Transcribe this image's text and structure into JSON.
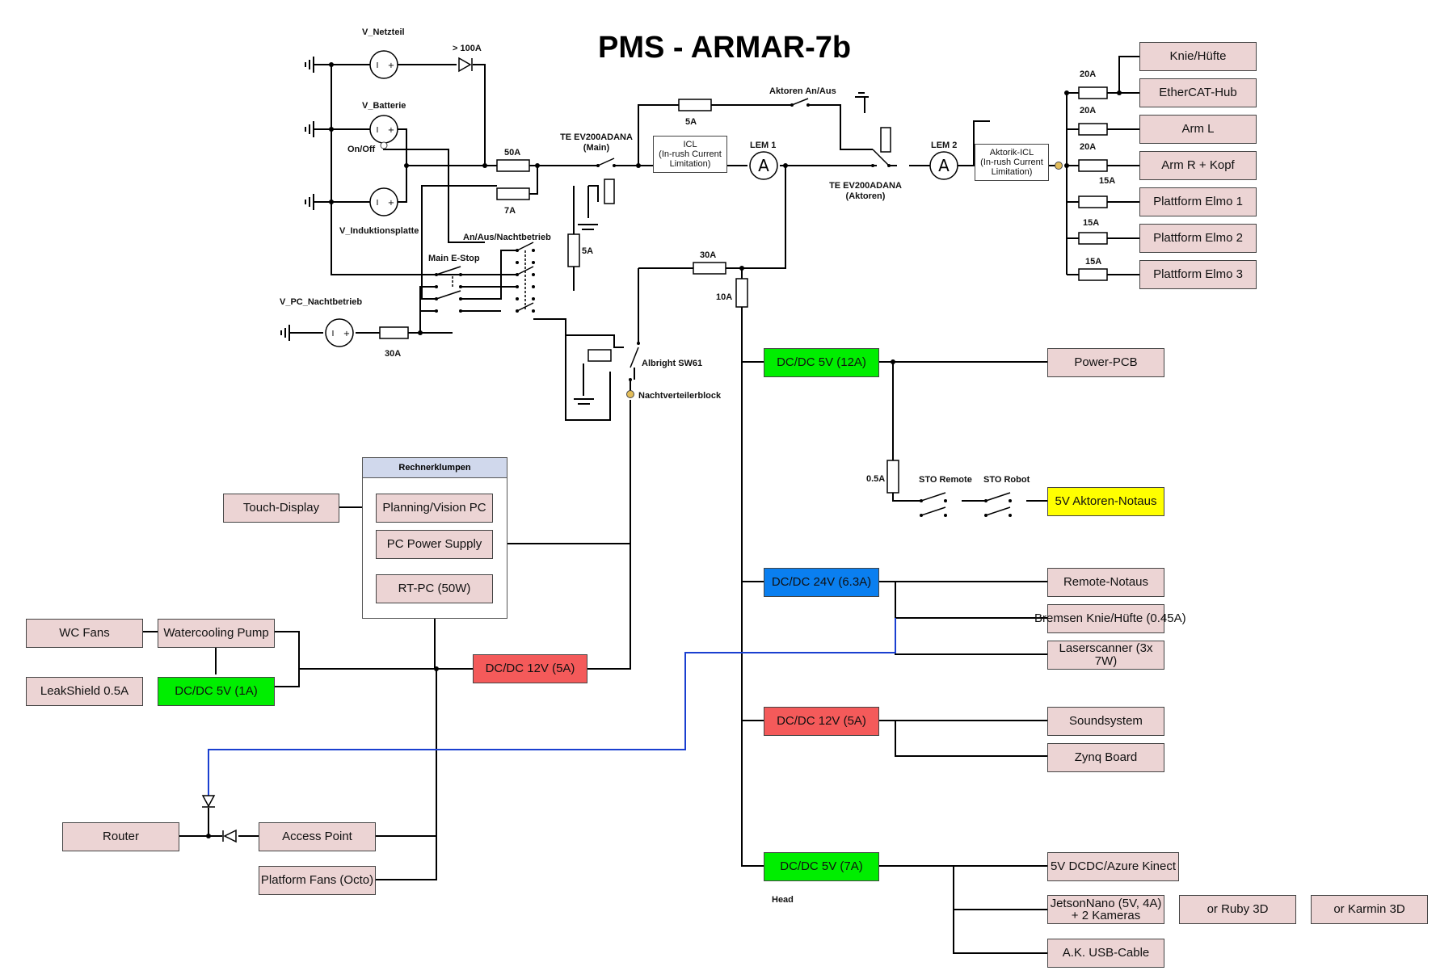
{
  "title": "PMS - ARMAR-7b",
  "sources": {
    "netzteil": "V_Netzteil",
    "batterie": "V_Batterie",
    "induktion": "V_Induktionsplatte",
    "pc_nacht": "V_PC_Nachtbetrieb",
    "onoff": "On/Off"
  },
  "labels": {
    "diode_100a": "> 100A",
    "fuse_50a": "50A",
    "fuse_7a": "7A",
    "fuse_5a_main": "5A",
    "fuse_5a_top": "5A",
    "fuse_30a_pc": "30A",
    "fuse_30a_mid": "30A",
    "fuse_10a": "10A",
    "fuse_05a": "0.5A",
    "fuse_20a_1": "20A",
    "fuse_20a_2": "20A",
    "fuse_20a_3": "20A",
    "fuse_15a_1": "15A",
    "fuse_15a_2": "15A",
    "fuse_15a_3": "15A",
    "relay_main_1": "TE EV200ADANA",
    "relay_main_2": "(Main)",
    "relay_akt_1": "TE EV200ADANA",
    "relay_akt_2": "(Aktoren)",
    "aktoren_an_aus": "Aktoren An/Aus",
    "lem1": "LEM 1",
    "lem2": "LEM 2",
    "main_estop": "Main E-Stop",
    "an_aus_nacht": "An/Aus/Nachtbetrieb",
    "albright": "Albright SW61",
    "nachtverteiler": "Nachtverteilerblock",
    "sto_remote": "STO Remote",
    "sto_robot": "STO Robot",
    "head": "Head",
    "icl_1": "ICL",
    "icl_2": "(In-rush Current",
    "icl_3": "Limitation)",
    "aicl_1": "Aktorik-ICL",
    "aicl_2": "(In-rush Current",
    "aicl_3": "Limitation)",
    "rechnerklumpen": "Rechnerklumpen"
  },
  "boxes": {
    "knie_huefte": "Knie/Hüfte",
    "ethercat": "EtherCAT-Hub",
    "arm_l": "Arm L",
    "arm_r": "Arm R + Kopf",
    "elmo1": "Plattform Elmo 1",
    "elmo2": "Plattform Elmo 2",
    "elmo3": "Plattform Elmo 3",
    "dcdc_5v_12a": "DC/DC 5V (12A)",
    "power_pcb": "Power-PCB",
    "aktoren_notaus": "5V Aktoren-Notaus",
    "dcdc_24v": "DC/DC 24V (6.3A)",
    "remote_notaus": "Remote-Notaus",
    "bremsen": "Bremsen Knie/Hüfte (0.45A)",
    "laserscanner": "Laserscanner (3x 7W)",
    "dcdc_12v_b": "DC/DC 12V (5A)",
    "soundsystem": "Soundsystem",
    "zynq": "Zynq Board",
    "dcdc_5v_7a": "DC/DC 5V (7A)",
    "azure": "5V DCDC/Azure Kinect",
    "jetson_1": "JetsonNano (5V, 4A)",
    "jetson_2": "+ 2 Kameras",
    "ruby": "or Ruby 3D",
    "karmin": "or Karmin 3D",
    "usb": "A.K. USB-Cable",
    "touch": "Touch-Display",
    "planning": "Planning/Vision PC",
    "pc_psu": "PC Power Supply",
    "rtpc": "RT-PC (50W)",
    "wc_fans": "WC Fans",
    "wc_pump": "Watercooling Pump",
    "leakshield": "LeakShield 0.5A",
    "dcdc_5v_1a": "DC/DC 5V (1A)",
    "dcdc_12v_a": "DC/DC 12V (5A)",
    "router": "Router",
    "access_point": "Access Point",
    "platform_fans": "Platform Fans (Octo)"
  },
  "colors": {
    "device": "#ecd4d4",
    "dcdc_green": "#00ee00",
    "dcdc_red": "#f45a5a",
    "dcdc_blue": "#0a7ff0",
    "notaus_yellow": "#ffff00",
    "ethernet_line": "#1a3fd0"
  }
}
